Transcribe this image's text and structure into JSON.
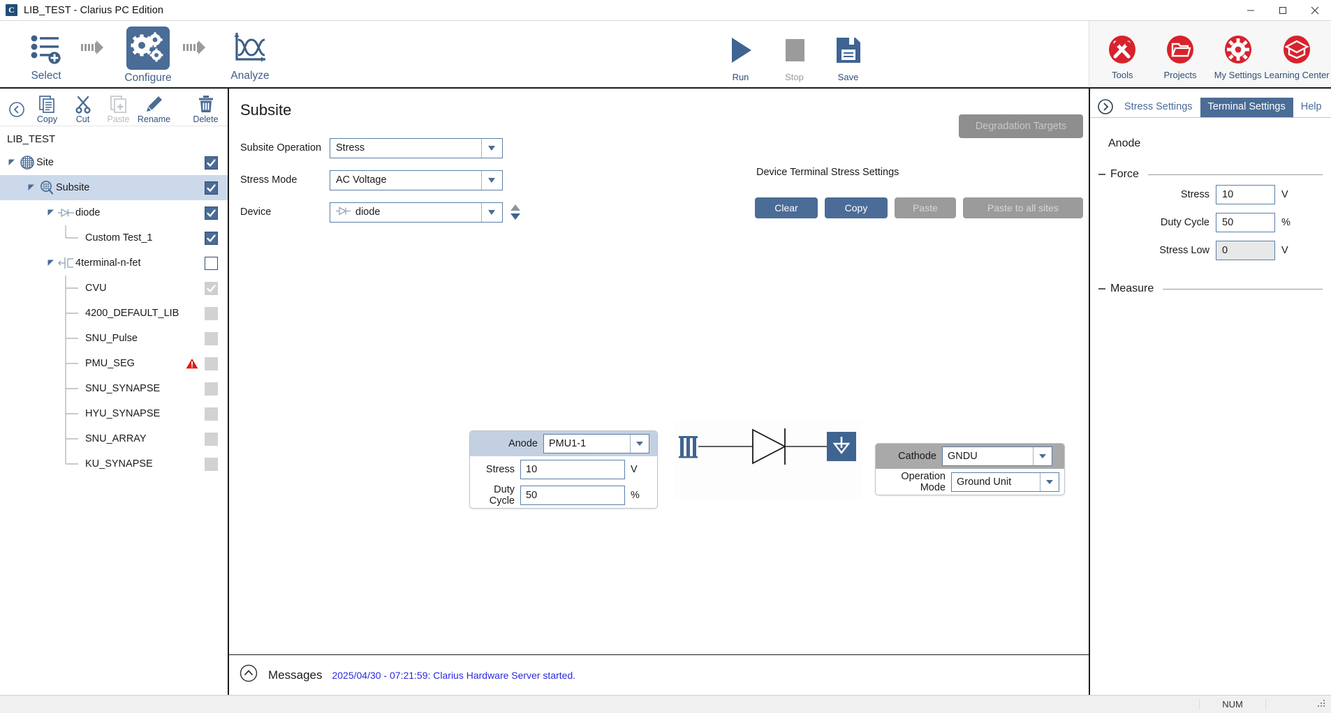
{
  "window": {
    "title": "LIB_TEST - Clarius PC Edition",
    "app_badge": "C",
    "minimize": "─",
    "maximize": "☐",
    "close": "✕"
  },
  "ribbon": {
    "workflow": [
      {
        "label": "Select",
        "icon": "list-add-icon",
        "active": false
      },
      {
        "label": "Configure",
        "icon": "gears-icon",
        "active": true
      },
      {
        "label": "Analyze",
        "icon": "graph-icon",
        "active": false
      }
    ],
    "run_tools": [
      {
        "label": "Run",
        "icon": "play-icon",
        "disabled": false
      },
      {
        "label": "Stop",
        "icon": "stop-icon",
        "disabled": true
      },
      {
        "label": "Save",
        "icon": "save-icon",
        "disabled": false
      }
    ],
    "right_tools": [
      {
        "label": "Tools",
        "icon": "tools-icon"
      },
      {
        "label": "Projects",
        "icon": "folder-icon"
      },
      {
        "label": "My Settings",
        "icon": "gear-icon"
      },
      {
        "label": "Learning Center",
        "icon": "graduation-cap-icon"
      }
    ]
  },
  "tree_toolbar": {
    "back": "back-arrow-icon",
    "items": [
      {
        "label": "Copy",
        "icon": "copy-icon",
        "disabled": false
      },
      {
        "label": "Cut",
        "icon": "scissors-icon",
        "disabled": false
      },
      {
        "label": "Paste",
        "icon": "paste-icon",
        "disabled": true
      },
      {
        "label": "Rename",
        "icon": "pencil-icon",
        "disabled": false
      }
    ],
    "delete": {
      "label": "Delete",
      "icon": "trash-icon"
    }
  },
  "tree": {
    "root_label": "LIB_TEST",
    "rows": [
      {
        "label": "Site",
        "indent": 0,
        "twisty": true,
        "icon": "wafer-icon",
        "checkbox": "checked",
        "selected": false,
        "warn": false,
        "connector": "none"
      },
      {
        "label": "Subsite",
        "indent": 1,
        "twisty": true,
        "icon": "subsite-icon",
        "checkbox": "checked",
        "selected": true,
        "warn": false,
        "connector": "none"
      },
      {
        "label": "diode",
        "indent": 2,
        "twisty": true,
        "icon": "diode-icon",
        "checkbox": "checked",
        "selected": false,
        "warn": false,
        "connector": "none"
      },
      {
        "label": "Custom Test_1",
        "indent": 3,
        "twisty": false,
        "icon": "none",
        "checkbox": "checked",
        "selected": false,
        "warn": false,
        "connector": "last"
      },
      {
        "label": "4terminal-n-fet",
        "indent": 2,
        "twisty": true,
        "icon": "fet-icon",
        "checkbox": "unchecked",
        "selected": false,
        "warn": false,
        "connector": "none"
      },
      {
        "label": "CVU",
        "indent": 3,
        "twisty": false,
        "icon": "none",
        "checkbox": "dis-checked",
        "selected": false,
        "warn": false,
        "connector": "mid"
      },
      {
        "label": "4200_DEFAULT_LIB",
        "indent": 3,
        "twisty": false,
        "icon": "none",
        "checkbox": "dis-empty",
        "selected": false,
        "warn": false,
        "connector": "mid"
      },
      {
        "label": "SNU_Pulse",
        "indent": 3,
        "twisty": false,
        "icon": "none",
        "checkbox": "dis-empty",
        "selected": false,
        "warn": false,
        "connector": "mid"
      },
      {
        "label": "PMU_SEG",
        "indent": 3,
        "twisty": false,
        "icon": "none",
        "checkbox": "dis-empty",
        "selected": false,
        "warn": true,
        "connector": "mid"
      },
      {
        "label": "SNU_SYNAPSE",
        "indent": 3,
        "twisty": false,
        "icon": "none",
        "checkbox": "dis-empty",
        "selected": false,
        "warn": false,
        "connector": "mid"
      },
      {
        "label": "HYU_SYNAPSE",
        "indent": 3,
        "twisty": false,
        "icon": "none",
        "checkbox": "dis-empty",
        "selected": false,
        "warn": false,
        "connector": "mid"
      },
      {
        "label": "SNU_ARRAY",
        "indent": 3,
        "twisty": false,
        "icon": "none",
        "checkbox": "dis-empty",
        "selected": false,
        "warn": false,
        "connector": "mid"
      },
      {
        "label": "KU_SYNAPSE",
        "indent": 3,
        "twisty": false,
        "icon": "none",
        "checkbox": "dis-empty",
        "selected": false,
        "warn": false,
        "connector": "last"
      }
    ]
  },
  "main": {
    "page_title": "Subsite",
    "fields": [
      {
        "label": "Subsite Operation",
        "value": "Stress",
        "icon": "none",
        "spinner": false
      },
      {
        "label": "Stress Mode",
        "value": "AC Voltage",
        "icon": "none",
        "spinner": false
      },
      {
        "label": "Device",
        "value": "diode",
        "icon": "diode-icon",
        "spinner": true
      }
    ],
    "degradation_targets_label": "Degradation Targets",
    "device_terminal_heading": "Device Terminal Stress Settings",
    "buttons": [
      {
        "label": "Clear",
        "state": "primary"
      },
      {
        "label": "Copy",
        "state": "primary"
      },
      {
        "label": "Paste",
        "state": "disabled"
      },
      {
        "label": "Paste to all sites",
        "state": "disabled"
      }
    ]
  },
  "diagram": {
    "source_icon": "pulse-waveform-icon",
    "device_icon": "diode-symbol-icon",
    "ground_icon": "ground-icon",
    "anode_panel": {
      "terminal_label": "Anode",
      "terminal_value": "PMU1-1",
      "rows": [
        {
          "label": "Stress",
          "value": "10",
          "unit": "V"
        },
        {
          "label": "Duty Cycle",
          "value": "50",
          "unit": "%"
        }
      ]
    },
    "cathode_panel": {
      "terminal_label": "Cathode",
      "terminal_value": "GNDU",
      "rows": [
        {
          "label": "Operation Mode",
          "value": "Ground Unit"
        }
      ]
    }
  },
  "messages": {
    "expand_icon": "chevron-up-icon",
    "label": "Messages",
    "text": "2025/04/30 - 07:21:59: Clarius Hardware Server started."
  },
  "right_panel": {
    "expand_icon": "chevron-right-icon",
    "tabs": [
      {
        "label": "Stress Settings",
        "active": false
      },
      {
        "label": "Terminal Settings",
        "active": true
      },
      {
        "label": "Help",
        "active": false
      }
    ],
    "title": "Anode",
    "groups": [
      {
        "name": "Force",
        "rows": [
          {
            "label": "Stress",
            "value": "10",
            "unit": "V",
            "readonly": false
          },
          {
            "label": "Duty Cycle",
            "value": "50",
            "unit": "%",
            "readonly": false
          },
          {
            "label": "Stress Low",
            "value": "0",
            "unit": "V",
            "readonly": true
          }
        ]
      },
      {
        "name": "Measure",
        "rows": []
      }
    ]
  },
  "statusbar": {
    "num": "NUM"
  },
  "colors": {
    "accent_blue": "#4a6c96",
    "accent_red": "#d1242f",
    "selection": "#ccd9ea",
    "link_blue": "#2a2ae0"
  }
}
